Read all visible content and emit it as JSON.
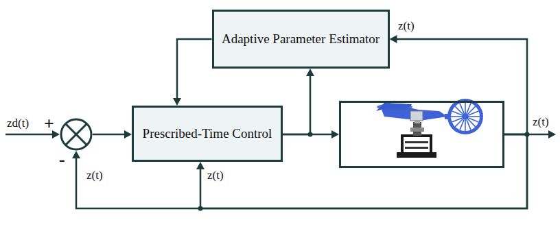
{
  "diagram": {
    "nodes": [
      {
        "text": [
          "Adaptive Parameter Estimator"
        ]
      },
      {
        "text": []
      },
      {
        "text": [
          "Prescribed-Time Control"
        ]
      },
      {
        "text": []
      }
    ],
    "edges": [
      {
        "from": 1,
        "to": 2,
        "arrow": "to"
      },
      {
        "from": 2,
        "to": 3,
        "arrow": "to"
      },
      {
        "from": 2,
        "to": 0,
        "arrow": "to"
      },
      {
        "from": 0,
        "to": 2,
        "arrow": "to"
      },
      {
        "from": 3,
        "to": 0,
        "arrow": "to"
      },
      {
        "from": 3,
        "to": 2,
        "arrow": "to"
      },
      {
        "from": 3,
        "to": 1,
        "arrow": "to"
      }
    ],
    "labels": [
      "zd(t)",
      "+",
      "-",
      "z(t)",
      "z(t)",
      "z(t)",
      "z(t)"
    ]
  }
}
